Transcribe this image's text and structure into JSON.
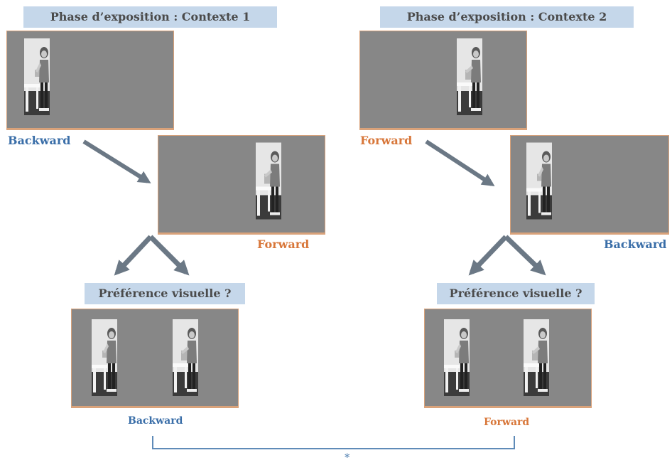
{
  "context1": {
    "header": "Phase d’exposition : Contexte 1",
    "first_label": "Backward",
    "second_label": "Forward",
    "preference_title": "Préférence visuelle ?",
    "result_label": "Backward"
  },
  "context2": {
    "header": "Phase d’exposition : Contexte 2",
    "first_label": "Forward",
    "second_label": "Backward",
    "preference_title": "Préférence visuelle ?",
    "result_label": "Forward"
  },
  "significance_marker": "*",
  "colors": {
    "backward": "#3a6ea8",
    "forward": "#d8773a",
    "header_bg": "#c5d7ea",
    "frame_bg": "#878787",
    "frame_border": "#d9a27a",
    "arrow": "#6b7885",
    "bracket": "#5f8bb8"
  }
}
